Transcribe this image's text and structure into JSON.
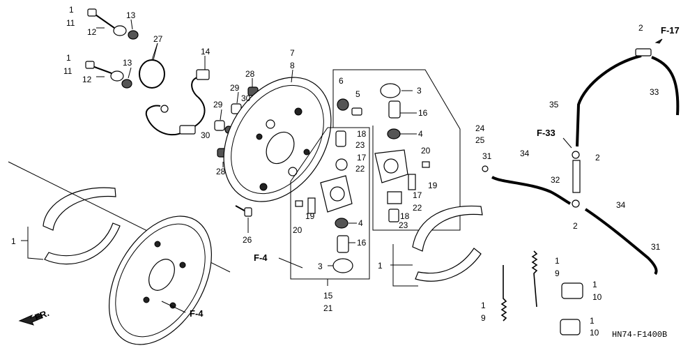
{
  "diagram_code": "HN74-F1400B",
  "direction_label": "FR.",
  "refs": {
    "f17": "F-17",
    "f33": "F-33",
    "f4_center": "F-4",
    "f4_left": "F-4"
  },
  "callouts": [
    "1",
    "11",
    "12",
    "13",
    "1",
    "11",
    "12",
    "13",
    "27",
    "14",
    "7",
    "8",
    "28",
    "29",
    "30",
    "29",
    "30",
    "28",
    "26",
    "6",
    "5",
    "3",
    "16",
    "4",
    "18",
    "23",
    "17",
    "22",
    "20",
    "19",
    "17",
    "22",
    "18",
    "23",
    "20",
    "19",
    "4",
    "16",
    "3",
    "15",
    "21",
    "24",
    "25",
    "1",
    "1",
    "31",
    "34",
    "32",
    "2",
    "35",
    "2",
    "33",
    "2",
    "34",
    "31",
    "1",
    "9",
    "1",
    "9",
    "1",
    "10",
    "1",
    "10"
  ]
}
